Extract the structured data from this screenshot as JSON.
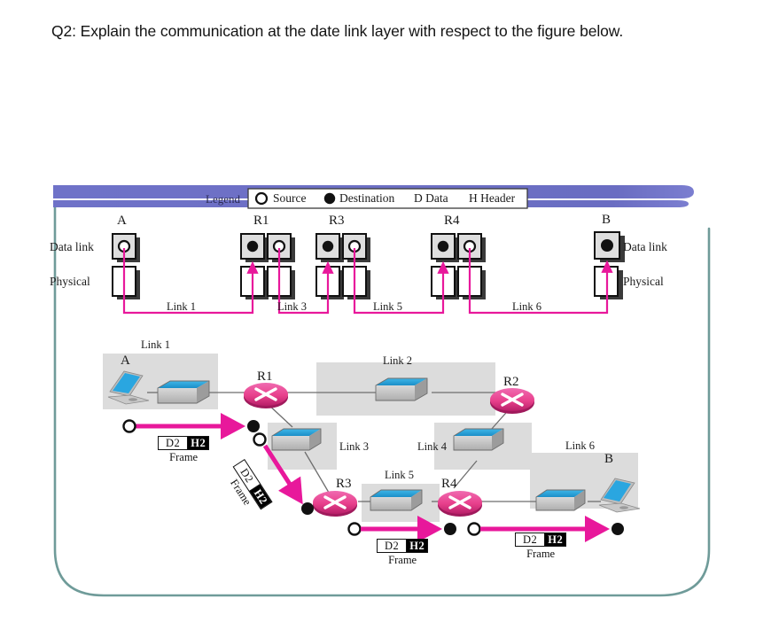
{
  "question": {
    "text": "Q2: Explain the communication at the date link layer with respect to the figure below."
  },
  "figure": {
    "legend": {
      "title": "Legend",
      "items": [
        {
          "marker": "open-circle",
          "label": "Source"
        },
        {
          "marker": "filled-circle",
          "label": "Destination"
        },
        {
          "marker": "letter-d",
          "label": "D Data"
        },
        {
          "marker": "letter-h",
          "label": "H Header"
        }
      ]
    },
    "layer_diagram": {
      "layer_labels": {
        "upper": "Data link",
        "lower": "Physical"
      },
      "layer_labels_right": {
        "upper": "Data link",
        "lower": "Physical"
      },
      "nodes": [
        {
          "name": "A",
          "stacks": [
            {
              "role": "source"
            }
          ]
        },
        {
          "name": "R1",
          "stacks": [
            {
              "role": "destination"
            },
            {
              "role": "source"
            }
          ]
        },
        {
          "name": "R3",
          "stacks": [
            {
              "role": "destination"
            },
            {
              "role": "source"
            }
          ]
        },
        {
          "name": "R4",
          "stacks": [
            {
              "role": "destination"
            },
            {
              "role": "source"
            }
          ]
        },
        {
          "name": "B",
          "stacks": [
            {
              "role": "destination"
            }
          ]
        }
      ],
      "links": [
        {
          "label": "Link 1"
        },
        {
          "label": "Link 3"
        },
        {
          "label": "Link 5"
        },
        {
          "label": "Link 6"
        }
      ]
    },
    "topology": {
      "link_regions": [
        {
          "label": "Link 1"
        },
        {
          "label": "Link 2"
        },
        {
          "label": "Link 3"
        },
        {
          "label": "Link 4"
        },
        {
          "label": "Link 5"
        },
        {
          "label": "Link 6"
        }
      ],
      "hosts": [
        {
          "name": "A"
        },
        {
          "name": "B"
        }
      ],
      "routers": [
        {
          "name": "R1"
        },
        {
          "name": "R2"
        },
        {
          "name": "R3"
        },
        {
          "name": "R4"
        }
      ],
      "frames": [
        {
          "data": "D2",
          "header": "H2",
          "caption": "Frame",
          "orientation": "horizontal"
        },
        {
          "data": "D2",
          "header": "H2",
          "caption": "Frame",
          "orientation": "rotated"
        },
        {
          "data": "D2",
          "header": "H2",
          "caption": "Frame",
          "orientation": "horizontal"
        },
        {
          "data": "D2",
          "header": "H2",
          "caption": "Frame",
          "orientation": "horizontal"
        }
      ]
    },
    "colors": {
      "accent_magenta": "#e8189b",
      "router_pink": "#e8408c",
      "banner_purple": "#6b6fc4",
      "frame_teal": "#5e8f8d",
      "region_gray": "#dcdcdc",
      "switch_blue": "#29a4dd",
      "device_gray": "#c3c3c3"
    }
  }
}
